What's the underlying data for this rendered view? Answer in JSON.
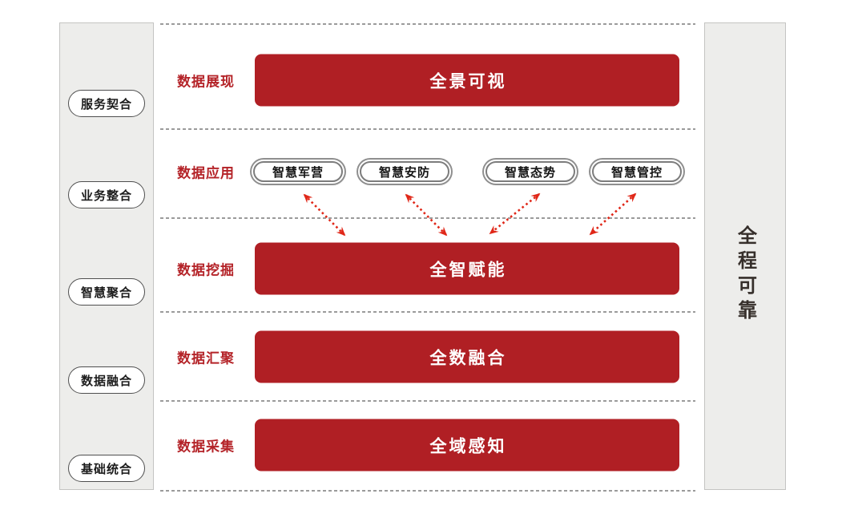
{
  "colors": {
    "bar_red": "#b01f24",
    "label_red": "#b42328",
    "arrow_red": "#e02718",
    "panel_bg": "#ededeb",
    "panel_border": "#c4c4c2",
    "pill_border": "#4f4f4f",
    "ring_gray": "#8f8f8f",
    "dotted": "#9b9b9b",
    "dark_text": "#362f2b"
  },
  "left_panel": {
    "items": [
      "服务契合",
      "业务整合",
      "智慧聚合",
      "数据融合",
      "基础统合"
    ]
  },
  "right_panel": {
    "label": "全程可靠"
  },
  "rows": [
    {
      "label": "数据展现",
      "type": "bar",
      "bar": "全景可视"
    },
    {
      "label": "数据应用",
      "type": "pills",
      "pills": [
        "智慧军营",
        "智慧安防",
        "智慧态势",
        "智慧管控"
      ]
    },
    {
      "label": "数据挖掘",
      "type": "bar",
      "bar": "全智赋能"
    },
    {
      "label": "数据汇聚",
      "type": "bar",
      "bar": "全数融合"
    },
    {
      "label": "数据采集",
      "type": "bar",
      "bar": "全域感知"
    }
  ],
  "connections": {
    "style": "double-headed-dashed-arrow",
    "links": [
      {
        "from": "智慧军营",
        "to": "全智赋能"
      },
      {
        "from": "智慧安防",
        "to": "全智赋能"
      },
      {
        "from": "智慧态势",
        "to": "全智赋能"
      },
      {
        "from": "智慧管控",
        "to": "全智赋能"
      }
    ]
  }
}
